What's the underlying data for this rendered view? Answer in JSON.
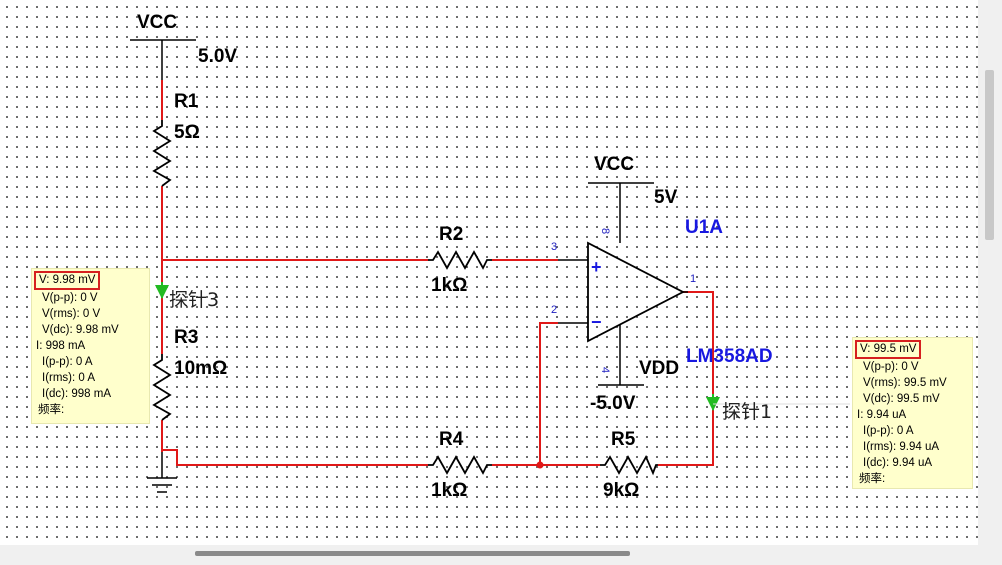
{
  "components": {
    "vcc_top": {
      "label": "VCC",
      "value": "5.0V"
    },
    "r1": {
      "name": "R1",
      "value": "5Ω"
    },
    "r2": {
      "name": "R2",
      "value": "1kΩ"
    },
    "r3": {
      "name": "R3",
      "value": "10mΩ"
    },
    "r4": {
      "name": "R4",
      "value": "1kΩ"
    },
    "r5": {
      "name": "R5",
      "value": "9kΩ"
    },
    "vcc_op": {
      "label": "VCC",
      "value": "5V"
    },
    "vdd": {
      "label": "VDD",
      "value": "-5.0V"
    },
    "opamp": {
      "ref": "U1A",
      "part": "LM358AD",
      "pins": {
        "p3": "3",
        "p2": "2",
        "p8": "8",
        "p4": "4",
        "p1": "1"
      },
      "plus": "+",
      "minus": "−"
    }
  },
  "probes": {
    "probe3": {
      "name": "探针3",
      "readout": [
        "V: 9.98 mV",
        "V(p-p): 0 V",
        "V(rms): 0 V",
        "V(dc): 9.98 mV",
        "I: 998 mA",
        "I(p-p): 0 A",
        "I(rms): 0 A",
        "I(dc): 998 mA",
        "频率:"
      ]
    },
    "probe1": {
      "name": "探针1",
      "readout": [
        "V: 99.5 mV",
        "V(p-p): 0 V",
        "V(rms): 99.5 mV",
        "V(dc): 99.5 mV",
        "I: 9.94 uA",
        "I(p-p): 0 A",
        "I(rms): 9.94 uA",
        "I(dc): 9.94 uA",
        "频率:"
      ]
    }
  },
  "colors": {
    "wire": "#e01818",
    "component": "#000000",
    "label_blue": "#1818e0",
    "probe_bg": "#ffffcc",
    "probe_highlight": "#d62020",
    "probe_arrow": "#22bb22"
  }
}
